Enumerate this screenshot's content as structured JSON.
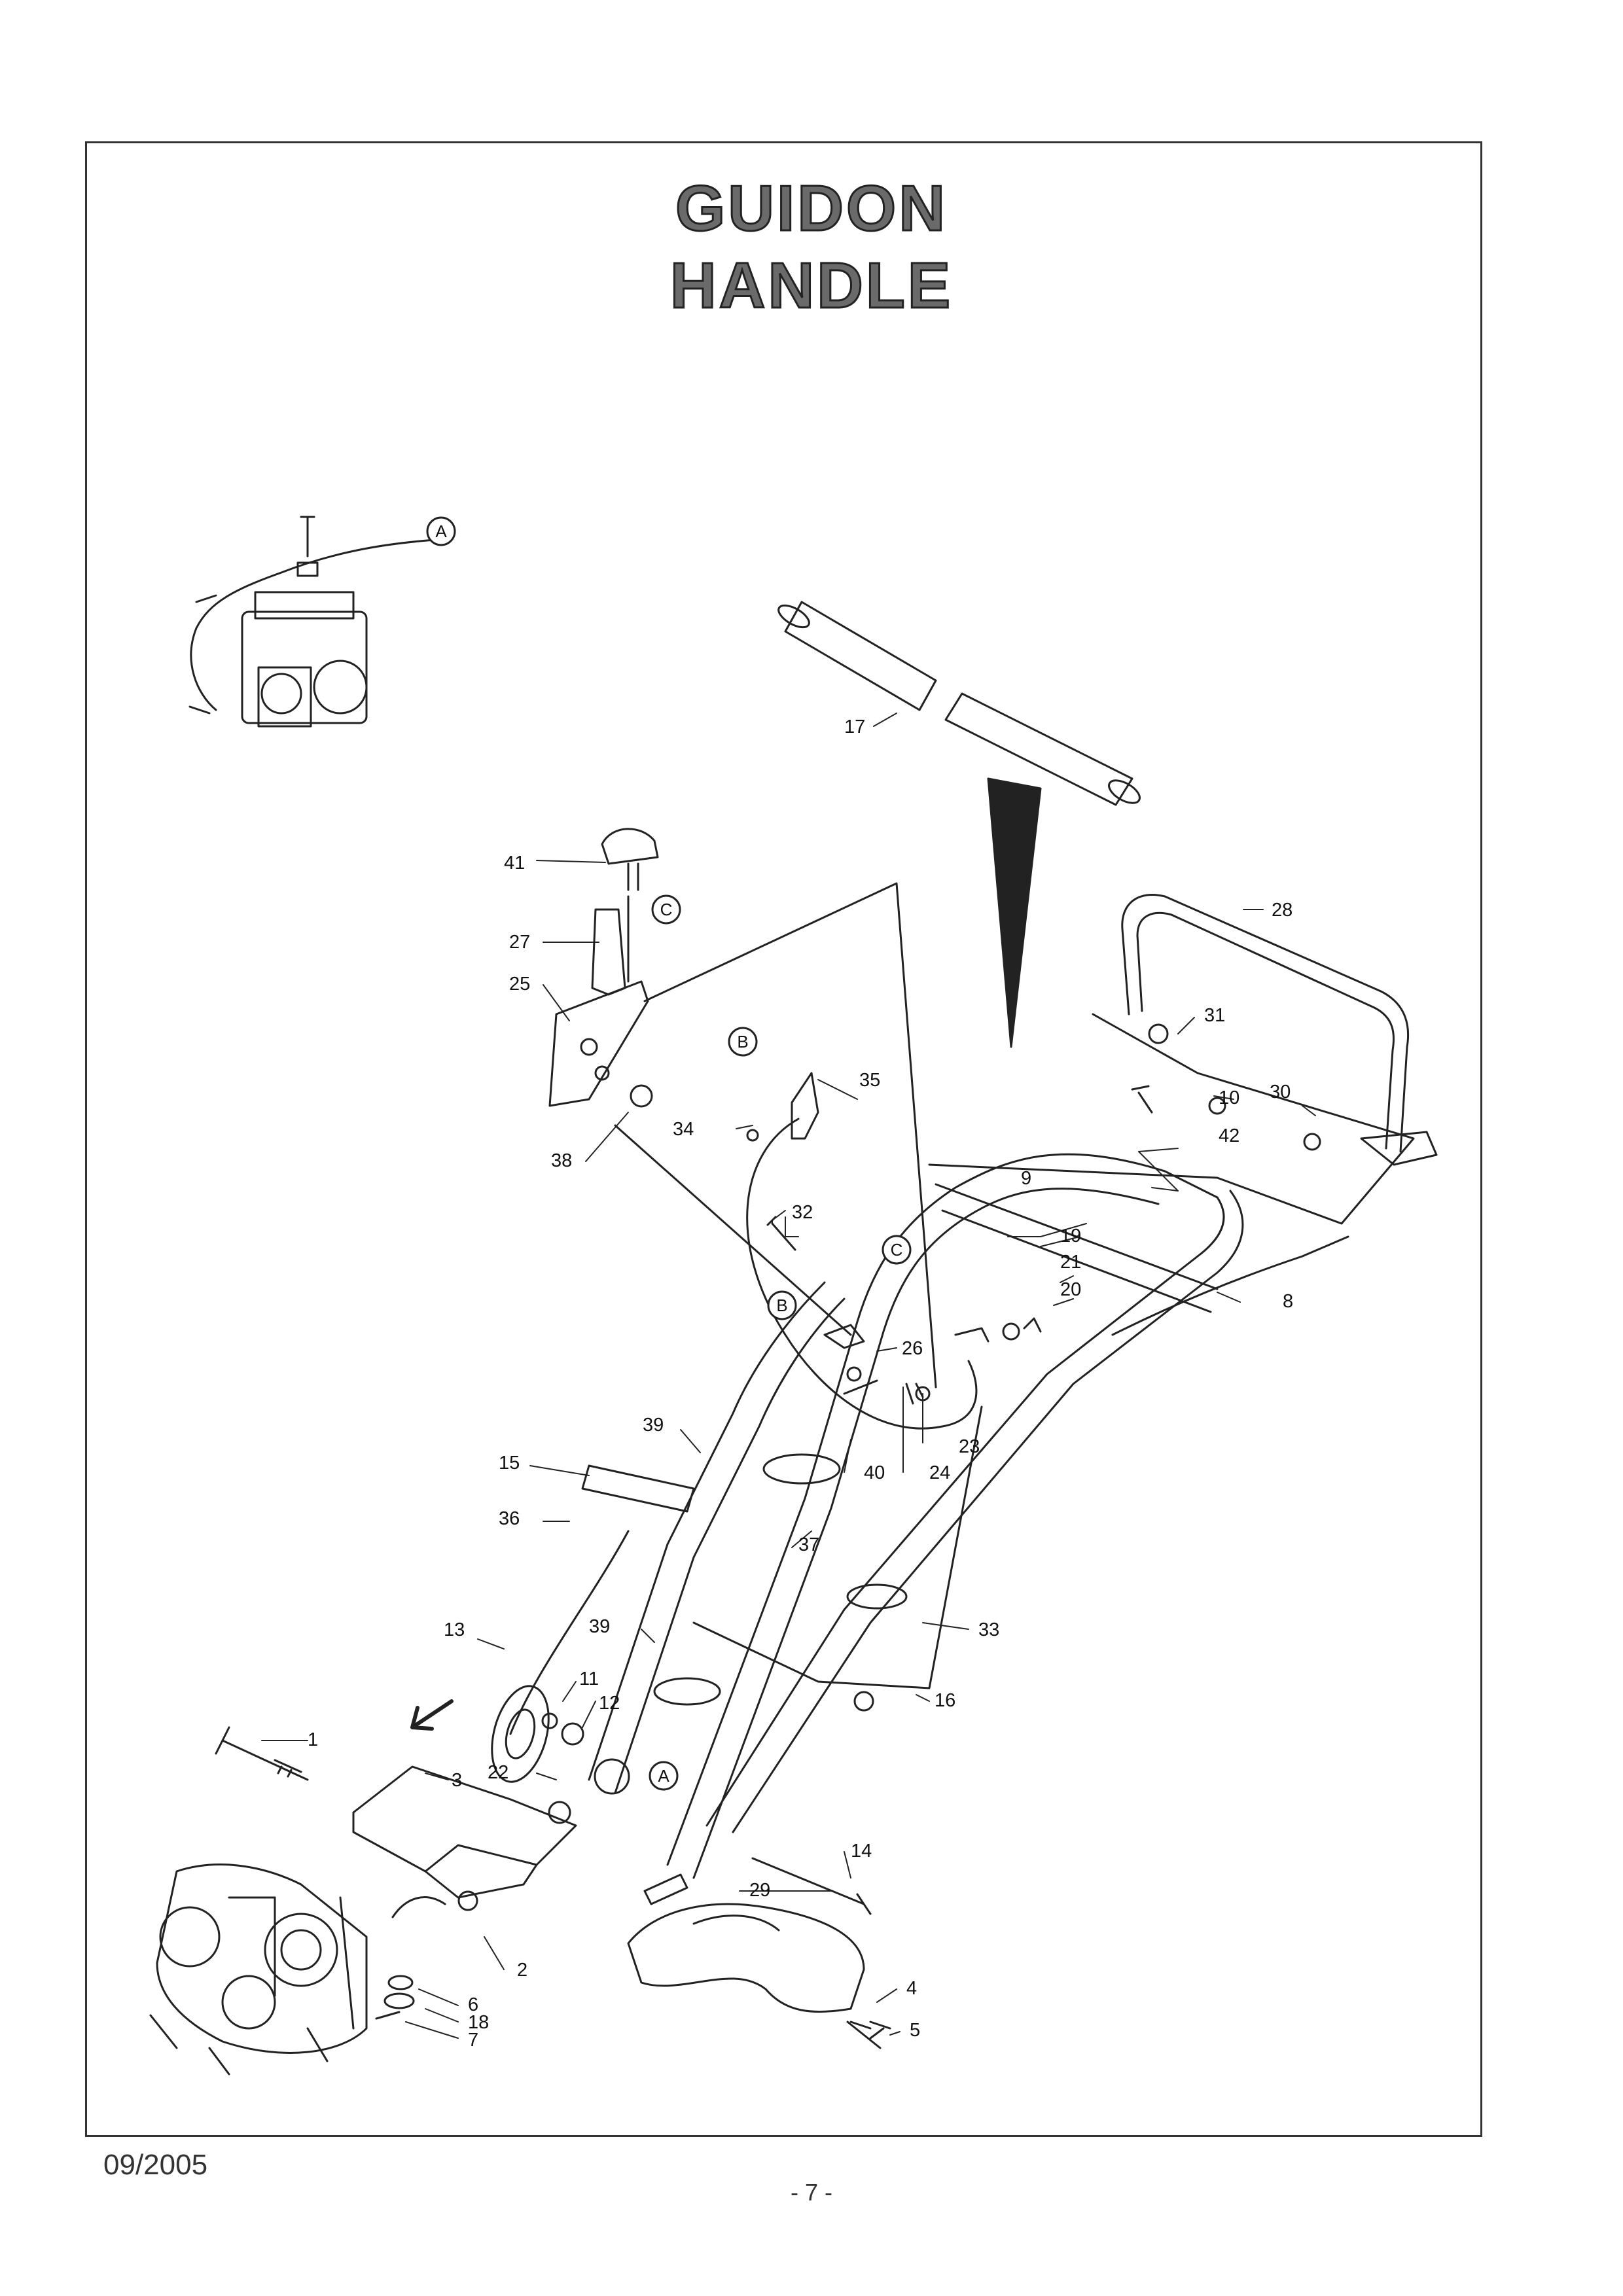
{
  "title": {
    "line1": "GUIDON",
    "line2": "HANDLE"
  },
  "footer": {
    "date": "09/2005",
    "page": "- 7 -"
  },
  "callouts": [
    "A",
    "B",
    "C"
  ],
  "parts": [
    "1",
    "2",
    "3",
    "4",
    "5",
    "6",
    "7",
    "8",
    "9",
    "10",
    "11",
    "12",
    "13",
    "14",
    "15",
    "16",
    "17",
    "18",
    "19",
    "20",
    "21",
    "22",
    "23",
    "24",
    "25",
    "26",
    "27",
    "28",
    "29",
    "30",
    "31",
    "32",
    "33",
    "34",
    "35",
    "36",
    "37",
    "38",
    "39",
    "40",
    "41",
    "42"
  ]
}
